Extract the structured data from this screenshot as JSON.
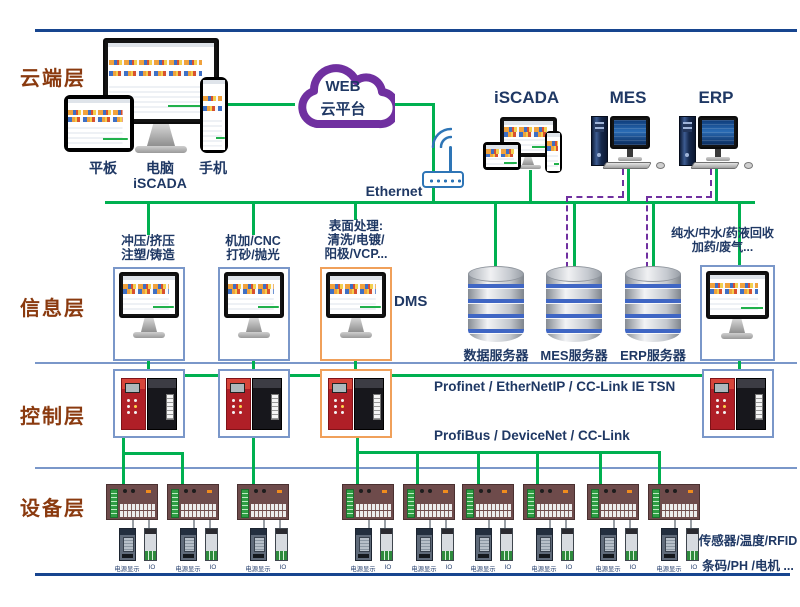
{
  "layers": {
    "cloud_label": "云端层",
    "info_label": "信息层",
    "control_label": "控制层",
    "device_label": "设备层"
  },
  "cloud": {
    "tablet": "平板",
    "pc": "电脑",
    "pc_sub": "iSCADA",
    "phone": "手机",
    "web_line1": "WEB",
    "web_line2": "云平台",
    "iscada": "iSCADA",
    "mes": "MES",
    "erp": "ERP",
    "ethernet": "Ethernet"
  },
  "info": {
    "station1_line1": "冲压/挤压",
    "station1_line2": "注塑/铸造",
    "station2_line1": "机加/CNC",
    "station2_line2": "打砂/抛光",
    "station3_line1": "表面处理:",
    "station3_line2": "清洗/电镀/",
    "station3_line3": "阳极/VCP...",
    "dms": "DMS",
    "station4_line1": "纯水/中水/药液回收",
    "station4_line2": "加药/废气...",
    "servers": [
      {
        "label": "数据服务器"
      },
      {
        "label": "MES服务器"
      },
      {
        "label": "ERP服务器"
      }
    ]
  },
  "control": {
    "fieldbus_top": "Profinet / EtherNetIP / CC-Link IE TSN",
    "fieldbus_bottom": "ProfiBus / DeviceNet / CC-Link"
  },
  "device": {
    "power_label": "电源显示",
    "io_label": "IO",
    "note_line1": "传感器/温度/RFID",
    "note_line2": "条码/PH /电机 ..."
  },
  "colors": {
    "line_green": "#00b050",
    "dash_purple": "#7030a0",
    "text_navy": "#1f3864",
    "layer_label_brown": "#8a3a0f",
    "box_blue": "#7a97c9",
    "box_orange": "#f0a05a",
    "frame_navy": "#17458f"
  }
}
